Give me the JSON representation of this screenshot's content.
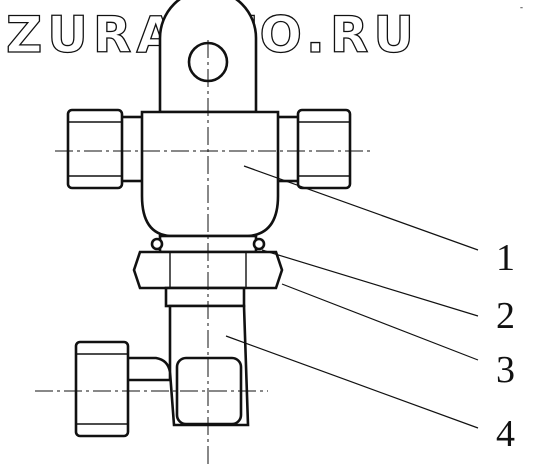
{
  "watermark": {
    "text": "ZURAVTO.RU"
  },
  "corner_mark": "-",
  "callouts": [
    {
      "label": "1",
      "part": "valve-body"
    },
    {
      "label": "2",
      "part": "seal-ring"
    },
    {
      "label": "3",
      "part": "nut"
    },
    {
      "label": "4",
      "part": "angle-fitting"
    }
  ]
}
